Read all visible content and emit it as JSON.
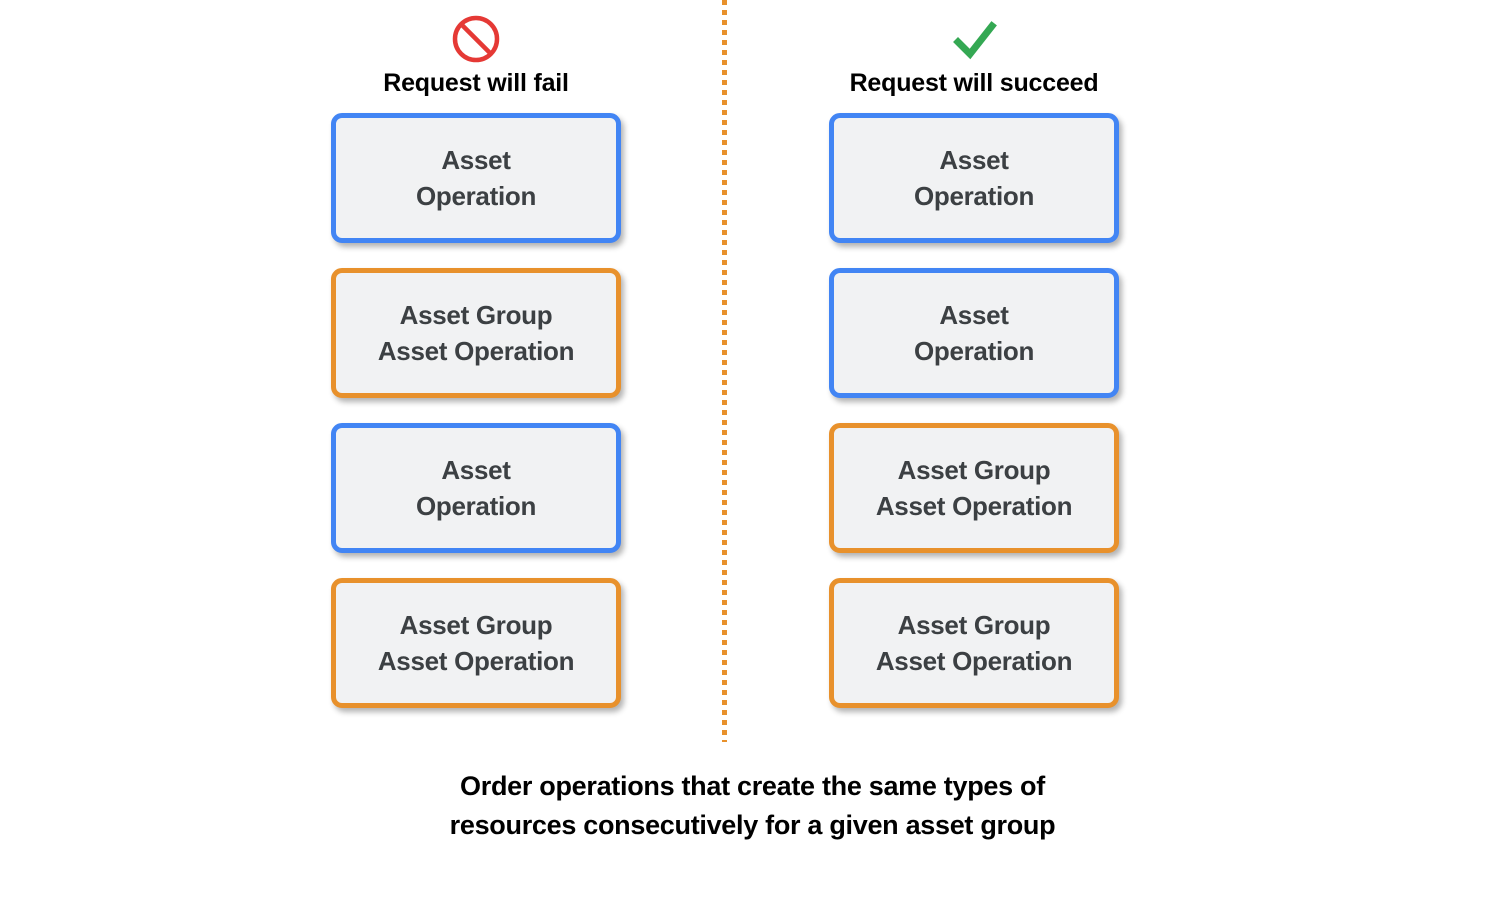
{
  "colors": {
    "asset_operation_border": "#4285f4",
    "asset_group_border": "#e8912c",
    "box_fill": "#f1f2f3",
    "box_text": "#3c4043",
    "fail_icon": "#e53935",
    "succeed_icon": "#34a853",
    "divider": "#e8912c",
    "caption_text": "#000000"
  },
  "columns": [
    {
      "id": "fail",
      "icon": "prohibition-icon",
      "label": "Request will fail",
      "boxes": [
        {
          "type": "asset-operation",
          "accent": "blue",
          "lines": [
            "Asset",
            "Operation"
          ]
        },
        {
          "type": "asset-group-operation",
          "accent": "orange",
          "lines": [
            "Asset Group",
            "Asset Operation"
          ]
        },
        {
          "type": "asset-operation",
          "accent": "blue",
          "lines": [
            "Asset",
            "Operation"
          ]
        },
        {
          "type": "asset-group-operation",
          "accent": "orange",
          "lines": [
            "Asset Group",
            "Asset Operation"
          ]
        }
      ]
    },
    {
      "id": "succeed",
      "icon": "check-icon",
      "label": "Request will succeed",
      "boxes": [
        {
          "type": "asset-operation",
          "accent": "blue",
          "lines": [
            "Asset",
            "Operation"
          ]
        },
        {
          "type": "asset-operation",
          "accent": "blue",
          "lines": [
            "Asset",
            "Operation"
          ]
        },
        {
          "type": "asset-group-operation",
          "accent": "orange",
          "lines": [
            "Asset Group",
            "Asset Operation"
          ]
        },
        {
          "type": "asset-group-operation",
          "accent": "orange",
          "lines": [
            "Asset Group",
            "Asset Operation"
          ]
        }
      ]
    }
  ],
  "caption": {
    "line1": "Order operations that create the same types of",
    "line2": "resources consecutively for a given asset group"
  }
}
